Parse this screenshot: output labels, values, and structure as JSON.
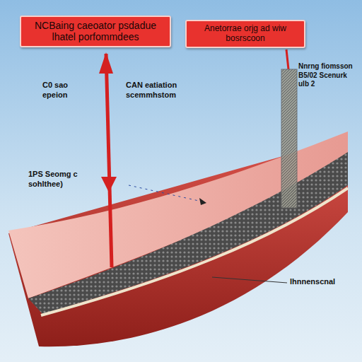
{
  "diagram": {
    "nodes": [
      {
        "text": [
          "NCBaing caeoator psdadue lhatel porfommdees"
        ]
      },
      {
        "text": [
          "Anetorrae orjg ad wiw bosrscoon"
        ]
      }
    ],
    "labels": [
      "C0 sao epeion",
      "CAN eatiation scemmhstom",
      "1PS Seomg c sohlthee)",
      "Nnrng fiomsson B5/02 Scenurk ulb 2",
      "lhnnenscnal"
    ]
  }
}
